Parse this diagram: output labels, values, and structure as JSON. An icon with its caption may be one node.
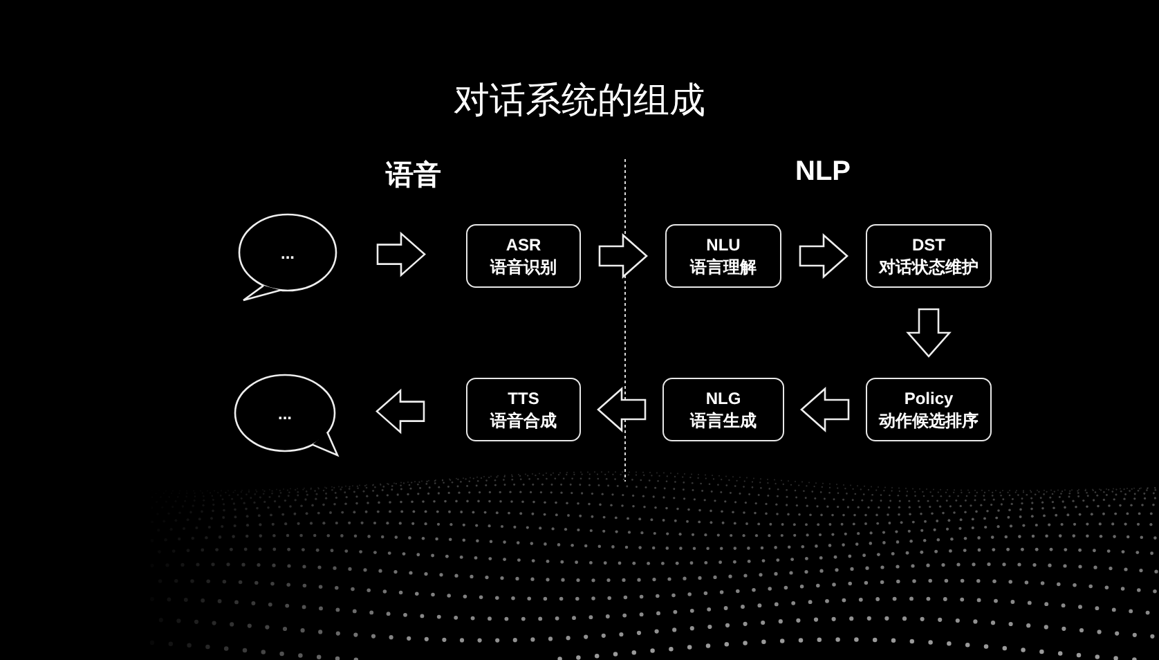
{
  "diagram": {
    "title": "对话系统的组成",
    "nodes": [
      {
        "text": [
          "..."
        ]
      },
      {
        "text": [
          "ASR",
          "语音识别"
        ]
      },
      {
        "text": [
          "NLU",
          "语言理解"
        ]
      },
      {
        "text": [
          "DST",
          "对话状态维护"
        ]
      },
      {
        "text": [
          "Policy",
          "动作候选排序"
        ]
      },
      {
        "text": [
          "NLG",
          "语言生成"
        ]
      },
      {
        "text": [
          "TTS",
          "语音合成"
        ]
      },
      {
        "text": [
          "..."
        ]
      }
    ],
    "edges": [
      {
        "from": 0,
        "to": 1,
        "arrow": "to"
      },
      {
        "from": 1,
        "to": 2,
        "arrow": "to"
      },
      {
        "from": 2,
        "to": 3,
        "arrow": "to"
      },
      {
        "from": 3,
        "to": 4,
        "arrow": "to"
      },
      {
        "from": 4,
        "to": 5,
        "arrow": "to"
      },
      {
        "from": 5,
        "to": 6,
        "arrow": "to"
      },
      {
        "from": 6,
        "to": 7,
        "arrow": "to"
      }
    ],
    "labels": [
      "语音",
      "NLP"
    ]
  }
}
